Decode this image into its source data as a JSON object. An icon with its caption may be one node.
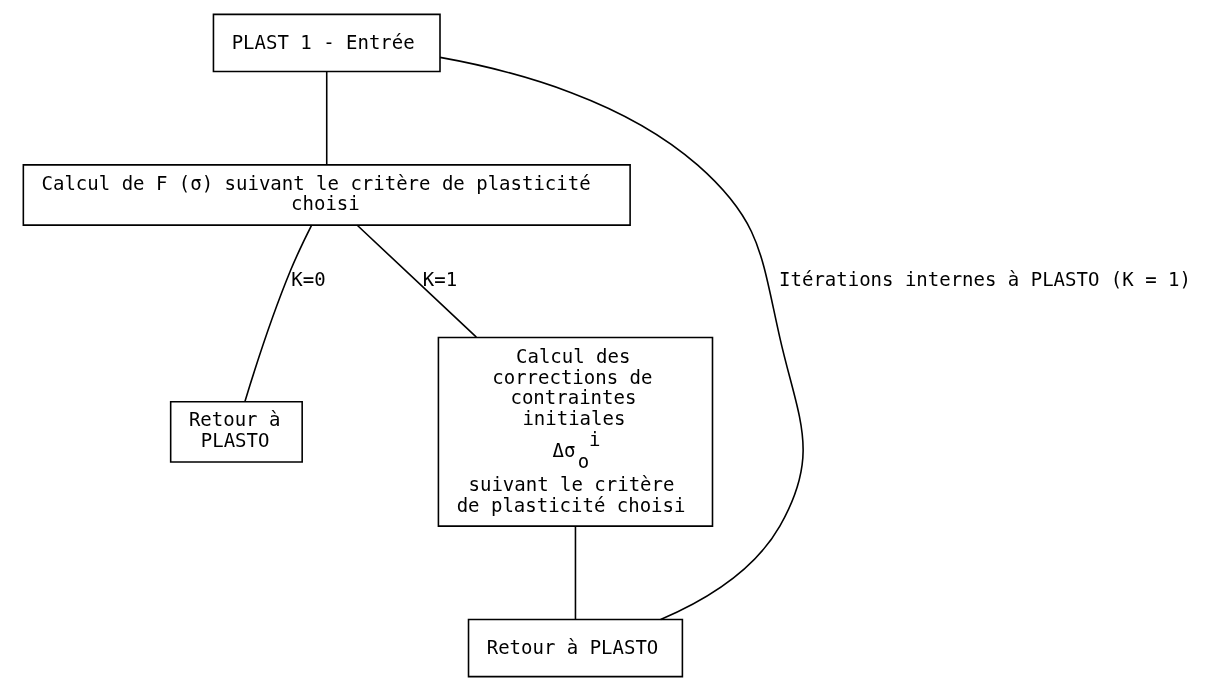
{
  "diagram": {
    "nodes": [
      {
        "text": [
          "PLAST 1 - Entrée"
        ]
      },
      {
        "text": [
          "Calcul de F (σ) suivant le critère de plasticité choisi"
        ]
      },
      {
        "text": [
          "Retour à PLASTO"
        ]
      },
      {
        "text": [
          "Calcul des corrections de contraintes initiales Δσ$_{o}$$^{i}$ suivant le critère de plasticité choisi"
        ]
      },
      {
        "text": [
          "Retour à PLASTO"
        ]
      }
    ],
    "edges": [
      {
        "from": 0,
        "to": 1,
        "arrow": "none"
      },
      {
        "from": 1,
        "to": 2,
        "arrow": "none",
        "label": "K=0"
      },
      {
        "from": 1,
        "to": 3,
        "arrow": "none",
        "label": "K=1"
      },
      {
        "from": 3,
        "to": 4,
        "arrow": "none"
      },
      {
        "from": 4,
        "to": 0,
        "arrow": "none",
        "label": "Itérations internes à PLASTO (K = 1)"
      }
    ]
  }
}
